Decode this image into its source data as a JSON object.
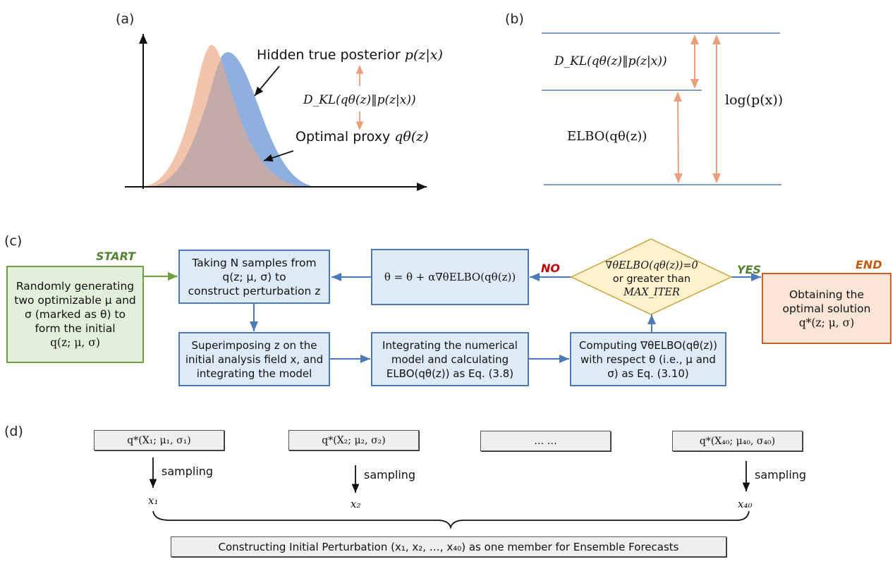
{
  "panel_a": {
    "label": "(a)",
    "curve_true_name": "Hidden true posterior",
    "curve_true_math": "p(z|x)",
    "curve_proxy_name": "Optimal proxy",
    "curve_proxy_math": "qθ(z)",
    "divergence": "D_KL(qθ(z)‖p(z|x))",
    "colors": {
      "true_posterior": "#8fb0de",
      "proxy": "#f2c4ab",
      "overlap": "#c4aba9",
      "arrow": "#e8a07a"
    }
  },
  "panel_b": {
    "label": "(b)",
    "kl_label": "D_KL(qθ(z)‖p(z|x))",
    "elbo_label": "ELBO(qθ(z))",
    "log_label": "log(p(x))",
    "colors": {
      "lines": "#7f9fc6",
      "arrows": "#e8a07a"
    }
  },
  "panel_c": {
    "label": "(c)",
    "start_tag": "START",
    "end_tag": "END",
    "no_tag": "NO",
    "yes_tag": "YES",
    "start_box": [
      "Randomly generating",
      "two optimizable μ and",
      "σ (marked as θ) to",
      "form the initial",
      "q(z; μ, σ)"
    ],
    "sample_box": [
      "Taking N samples from",
      "q(z; μ, σ) to",
      "construct perturbation z"
    ],
    "update_box": [
      "θ = θ + α∇θELBO(qθ(z))"
    ],
    "decision": [
      "∇θELBO(qθ(z))=0",
      "or greater than",
      "MAX_ITER"
    ],
    "superimpose_box": [
      "Superimposing z on the",
      "initial analysis field x, and",
      "integrating the model"
    ],
    "integrate_box": [
      "Integrating the numerical",
      "model and calculating",
      "ELBO(qθ(z)) as Eq. (3.8)"
    ],
    "gradient_box": [
      "Computing ∇θELBO(qθ(z))",
      "with respect θ (i.e., μ and",
      "σ) as Eq. (3.10)"
    ],
    "end_box": [
      "Obtaining the",
      "optimal solution",
      "q*(z; μ, σ)"
    ],
    "colors": {
      "start": "#538135",
      "end": "#c55a11",
      "no": "#c00000",
      "yes": "#548235",
      "flow": "#4a7ab8"
    }
  },
  "panel_d": {
    "label": "(d)",
    "members": [
      {
        "dist": "q*(X₁; μ₁, σ₁)",
        "sample_label": "sampling",
        "sample": "x₁"
      },
      {
        "dist": "q*(X₂; μ₂, σ₂)",
        "sample_label": "sampling",
        "sample": "x₂"
      },
      {
        "dist": "… …"
      },
      {
        "dist": "q*(X₄₀; μ₄₀, σ₄₀)",
        "sample_label": "sampling",
        "sample": "x₄₀"
      }
    ],
    "result": "Constructing Initial Perturbation (x₁, x₂, …, x₄₀) as one member for Ensemble Forecasts"
  }
}
